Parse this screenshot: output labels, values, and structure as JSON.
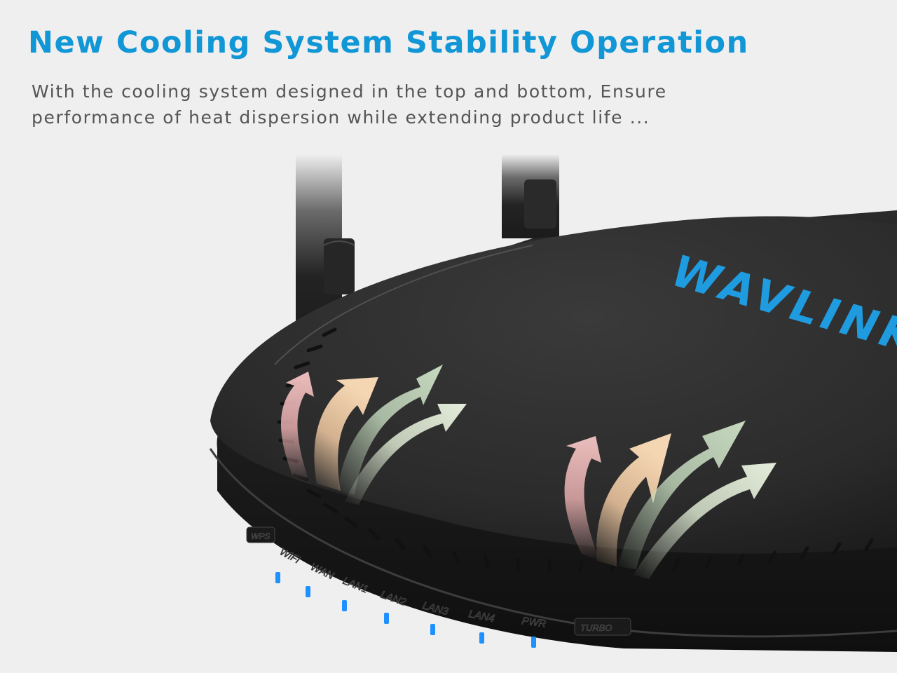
{
  "headline": "New Cooling System Stability Operation",
  "description": {
    "line1": "With the cooling system designed in the top and bottom, Ensure",
    "line2": "performance of heat dispersion while extending product life ..."
  },
  "router": {
    "brand": "WAVLINK",
    "buttons": [
      "WPS",
      "TURBO"
    ],
    "indicator_labels": [
      "WiFi",
      "WAN",
      "LAN1",
      "LAN2",
      "LAN3",
      "LAN4",
      "PWR"
    ]
  },
  "colors": {
    "headline": "#1196d6",
    "body_text": "#555555",
    "background": "#efefef",
    "led": "#1e90ff"
  }
}
